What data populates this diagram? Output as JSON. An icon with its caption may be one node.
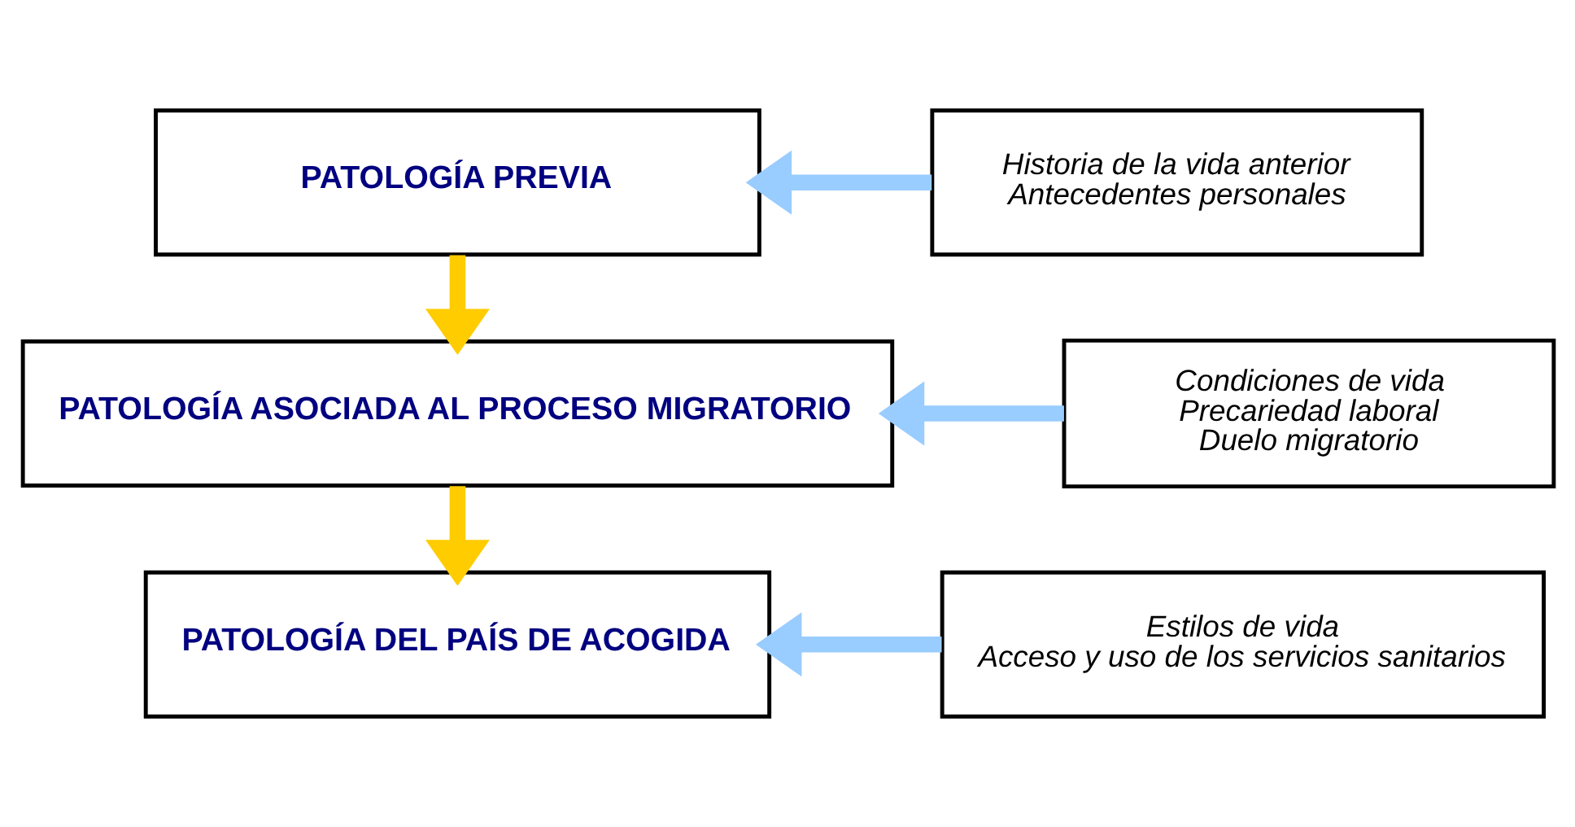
{
  "diagram": {
    "nodes": [
      {
        "text": [
          "PATOLOGÍA PREVIA"
        ]
      },
      {
        "text": [
          "Historia de la vida anterior",
          "Antecedentes personales"
        ]
      },
      {
        "text": [
          "PATOLOGÍA ASOCIADA AL PROCESO MIGRATORIO"
        ]
      },
      {
        "text": [
          "Condiciones de vida",
          "Precariedad laboral",
          "Duelo migratorio"
        ]
      },
      {
        "text": [
          "PATOLOGÍA DEL PAÍS DE ACOGIDA"
        ]
      },
      {
        "text": [
          "Estilos de vida",
          "Acceso y uso de los servicios sanitarios"
        ]
      }
    ],
    "edges": [
      {
        "from": 1,
        "to": 0,
        "arrow": "to",
        "color": "#99ccff"
      },
      {
        "from": 0,
        "to": 2,
        "arrow": "to",
        "color": "#ffcc00"
      },
      {
        "from": 3,
        "to": 2,
        "arrow": "to",
        "color": "#99ccff"
      },
      {
        "from": 2,
        "to": 4,
        "arrow": "to",
        "color": "#ffcc00"
      },
      {
        "from": 5,
        "to": 4,
        "arrow": "to",
        "color": "#99ccff"
      }
    ]
  }
}
